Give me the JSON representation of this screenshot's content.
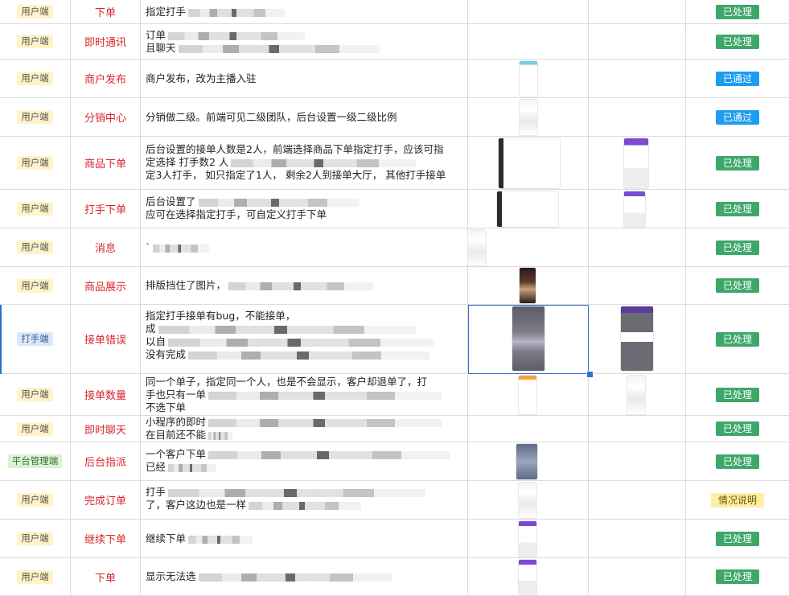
{
  "rows": [
    {
      "role": "用户端",
      "feature": "下单",
      "desc1": "指定打手",
      "desc2": "",
      "desc3": "",
      "status": "已处理"
    },
    {
      "role": "用户端",
      "feature": "即时通讯",
      "desc1": "订单",
      "desc2": "且聊天",
      "desc3": "",
      "status": "已处理"
    },
    {
      "role": "用户端",
      "feature": "商户发布",
      "desc1": "商户发布，改为主播入驻",
      "desc2": "",
      "desc3": "",
      "status": "已通过"
    },
    {
      "role": "用户端",
      "feature": "分销中心",
      "desc1": "分销做二级。前端可见二级团队，后台设置一级二级比例",
      "desc2": "",
      "desc3": "",
      "status": "已通过"
    },
    {
      "role": "用户端",
      "feature": "商品下单",
      "desc1": "后台设置的接单人数是2人，前端选择商品下单指定打手，应该可指",
      "desc2": "定选择 打手数2 人",
      "desc3": "定3人打手，  如只指定了1人，  剩余2人到接单大厅，  其他打手接单",
      "status": "已处理"
    },
    {
      "role": "用户端",
      "feature": "打手下单",
      "desc1": "后台设置了",
      "desc2": "应可在选择指定打手，可自定义打手下单",
      "desc3": "",
      "status": "已处理"
    },
    {
      "role": "用户端",
      "feature": "消息",
      "desc1": "`",
      "desc2": "",
      "desc3": "",
      "status": "已处理"
    },
    {
      "role": "用户端",
      "feature": "商品展示",
      "desc1": "排版挡住了图片，",
      "desc2": "",
      "desc3": "",
      "status": "已处理"
    },
    {
      "role": "打手端",
      "feature": "接单错误",
      "desc1": "指定打手接单有bug，不能接单，",
      "desc2": "成",
      "desc3": "以自",
      "desc4": "没有完成",
      "status": "已处理"
    },
    {
      "role": "用户端",
      "feature": "接单数量",
      "desc1": "同一个单子，指定同一个人，也是不会显示，客户却退单了，打",
      "desc2": "手也只有一单",
      "desc3": "不选下单",
      "status": "已处理"
    },
    {
      "role": "用户端",
      "feature": "即时聊天",
      "desc1": "小程序的即时",
      "desc2": "在目前还不能",
      "desc3": "",
      "status": "已处理"
    },
    {
      "role": "平台管理端",
      "feature": "后台指派",
      "desc1": "一个客户下单",
      "desc2": "已经",
      "desc3": "",
      "status": "已处理"
    },
    {
      "role": "用户端",
      "feature": "完成订单",
      "desc1": "打手",
      "desc2": "了，客户这边也是一样",
      "desc3": "",
      "status": "情况说明"
    },
    {
      "role": "用户端",
      "feature": "继续下单",
      "desc1": "继续下单",
      "desc2": "",
      "desc3": "",
      "status": "已处理"
    },
    {
      "role": "用户端",
      "feature": "下单",
      "desc1": "显示无法选",
      "desc2": "",
      "desc3": "",
      "status": "已处理"
    }
  ],
  "colors": {
    "done": "#3ea86a",
    "pass": "#1e9cf0",
    "note": "#fdf0a5",
    "feature": "#d9262c"
  }
}
